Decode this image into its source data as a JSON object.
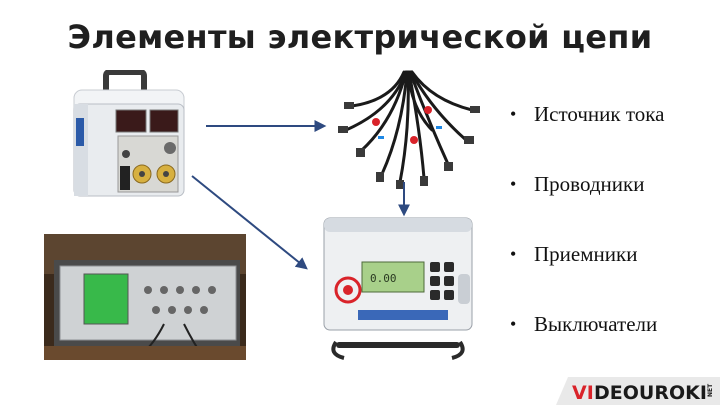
{
  "slide": {
    "title": "Элементы электрической цепи",
    "bullets": [
      {
        "label": "Источник тока"
      },
      {
        "label": "Проводники"
      },
      {
        "label": "Приемники"
      },
      {
        "label": "Выключатели"
      }
    ],
    "device_screen_text": "0.00",
    "logo": {
      "text_a": "VI",
      "text_b": "DEOUROKI",
      "suffix": "NET"
    }
  },
  "colors": {
    "arrow": "#2e4a80",
    "accent_red": "#d9232a",
    "title": "#1f1f1f"
  }
}
